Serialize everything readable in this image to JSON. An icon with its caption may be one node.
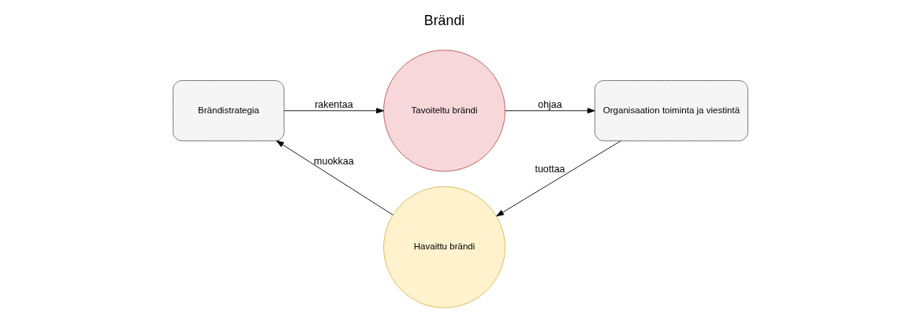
{
  "diagram": {
    "nodes": [
      {
        "text": [
          "Brändistrategia"
        ]
      },
      {
        "text": [
          "Tavoiteltu brändi"
        ]
      },
      {
        "text": [
          "Havaittu brändi"
        ]
      },
      {
        "text": [
          "Organisaation toiminta ja viestintä"
        ]
      }
    ],
    "edges": [
      {
        "from": 0,
        "to": 1,
        "arrow": "to",
        "label": "rakentaa"
      },
      {
        "from": 1,
        "to": 3,
        "arrow": "to",
        "label": "ohjaa"
      },
      {
        "from": 3,
        "to": 2,
        "arrow": "to",
        "label": "tuottaa"
      },
      {
        "from": 2,
        "to": 0,
        "arrow": "to",
        "label": "muokkaa"
      }
    ],
    "labels": [
      "Brändi"
    ]
  }
}
